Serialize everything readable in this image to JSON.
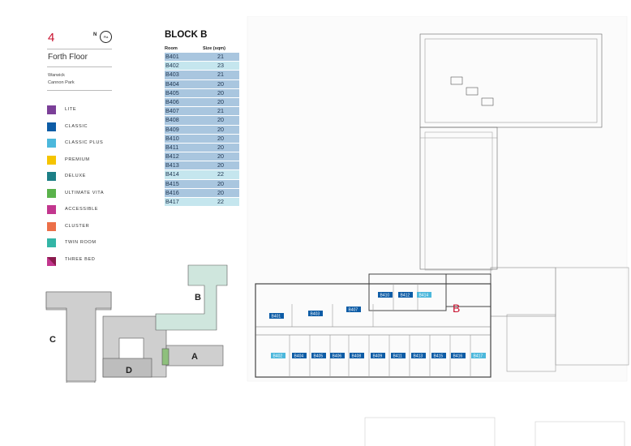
{
  "header": {
    "floor_number": "4",
    "north_label": "N",
    "north_badge": "Pla",
    "floor_title": "Forth Floor",
    "address_line1": "Warwick",
    "address_line2": "Cannon Park"
  },
  "legend": [
    {
      "label": "LITE",
      "color": "#7b3f98"
    },
    {
      "label": "CLASSIC",
      "color": "#0d5ca6"
    },
    {
      "label": "CLASSIC PLUS",
      "color": "#4cb8dc"
    },
    {
      "label": "PREMIUM",
      "color": "#f5c400"
    },
    {
      "label": "DELUXE",
      "color": "#1c7f86"
    },
    {
      "label": "ULTIMATE VITA",
      "color": "#5ab24b"
    },
    {
      "label": "ACCESSIBLE",
      "color": "#c2368e"
    },
    {
      "label": "CLUSTER",
      "color": "#ec6f48"
    },
    {
      "label": "TWIN ROOM",
      "color": "#33b5a6"
    },
    {
      "label": "THREE BED",
      "color": "#8b1a4d"
    }
  ],
  "table": {
    "title": "BLOCK B",
    "col_room": "Room",
    "col_size": "Size (sqm)",
    "rows": [
      {
        "room": "B401",
        "size": "21",
        "color": "#a9c6df"
      },
      {
        "room": "B402",
        "size": "23",
        "color": "#c5e6ee"
      },
      {
        "room": "B403",
        "size": "21",
        "color": "#a9c6df"
      },
      {
        "room": "B404",
        "size": "20",
        "color": "#a9c6df"
      },
      {
        "room": "B405",
        "size": "20",
        "color": "#a9c6df"
      },
      {
        "room": "B406",
        "size": "20",
        "color": "#a9c6df"
      },
      {
        "room": "B407",
        "size": "21",
        "color": "#a9c6df"
      },
      {
        "room": "B408",
        "size": "20",
        "color": "#a9c6df"
      },
      {
        "room": "B409",
        "size": "20",
        "color": "#a9c6df"
      },
      {
        "room": "B410",
        "size": "20",
        "color": "#a9c6df"
      },
      {
        "room": "B411",
        "size": "20",
        "color": "#a9c6df"
      },
      {
        "room": "B412",
        "size": "20",
        "color": "#a9c6df"
      },
      {
        "room": "B413",
        "size": "20",
        "color": "#a9c6df"
      },
      {
        "room": "B414",
        "size": "22",
        "color": "#c5e6ee"
      },
      {
        "room": "B415",
        "size": "20",
        "color": "#a9c6df"
      },
      {
        "room": "B416",
        "size": "20",
        "color": "#a9c6df"
      },
      {
        "room": "B417",
        "size": "22",
        "color": "#c5e6ee"
      }
    ]
  },
  "plan": {
    "block_label": "B",
    "rooms_top": [
      {
        "label": "B410",
        "color": "#0d5ca6"
      },
      {
        "label": "B412",
        "color": "#0d5ca6"
      },
      {
        "label": "B414",
        "color": "#4cb8dc"
      }
    ],
    "rooms_mid": [
      {
        "label": "B401",
        "color": "#0d5ca6"
      },
      {
        "label": "B403",
        "color": "#0d5ca6"
      },
      {
        "label": "B407",
        "color": "#0d5ca6"
      }
    ],
    "rooms_bottom": [
      {
        "label": "B402",
        "color": "#4cb8dc"
      },
      {
        "label": "B404",
        "color": "#0d5ca6"
      },
      {
        "label": "B405",
        "color": "#0d5ca6"
      },
      {
        "label": "B406",
        "color": "#0d5ca6"
      },
      {
        "label": "B408",
        "color": "#0d5ca6"
      },
      {
        "label": "B409",
        "color": "#0d5ca6"
      },
      {
        "label": "B411",
        "color": "#0d5ca6"
      },
      {
        "label": "B413",
        "color": "#0d5ca6"
      },
      {
        "label": "B415",
        "color": "#0d5ca6"
      },
      {
        "label": "B416",
        "color": "#0d5ca6"
      },
      {
        "label": "B417",
        "color": "#4cb8dc"
      }
    ]
  },
  "keyplan": {
    "block_a": "A",
    "block_b": "B",
    "block_c": "C",
    "block_d": "D"
  }
}
